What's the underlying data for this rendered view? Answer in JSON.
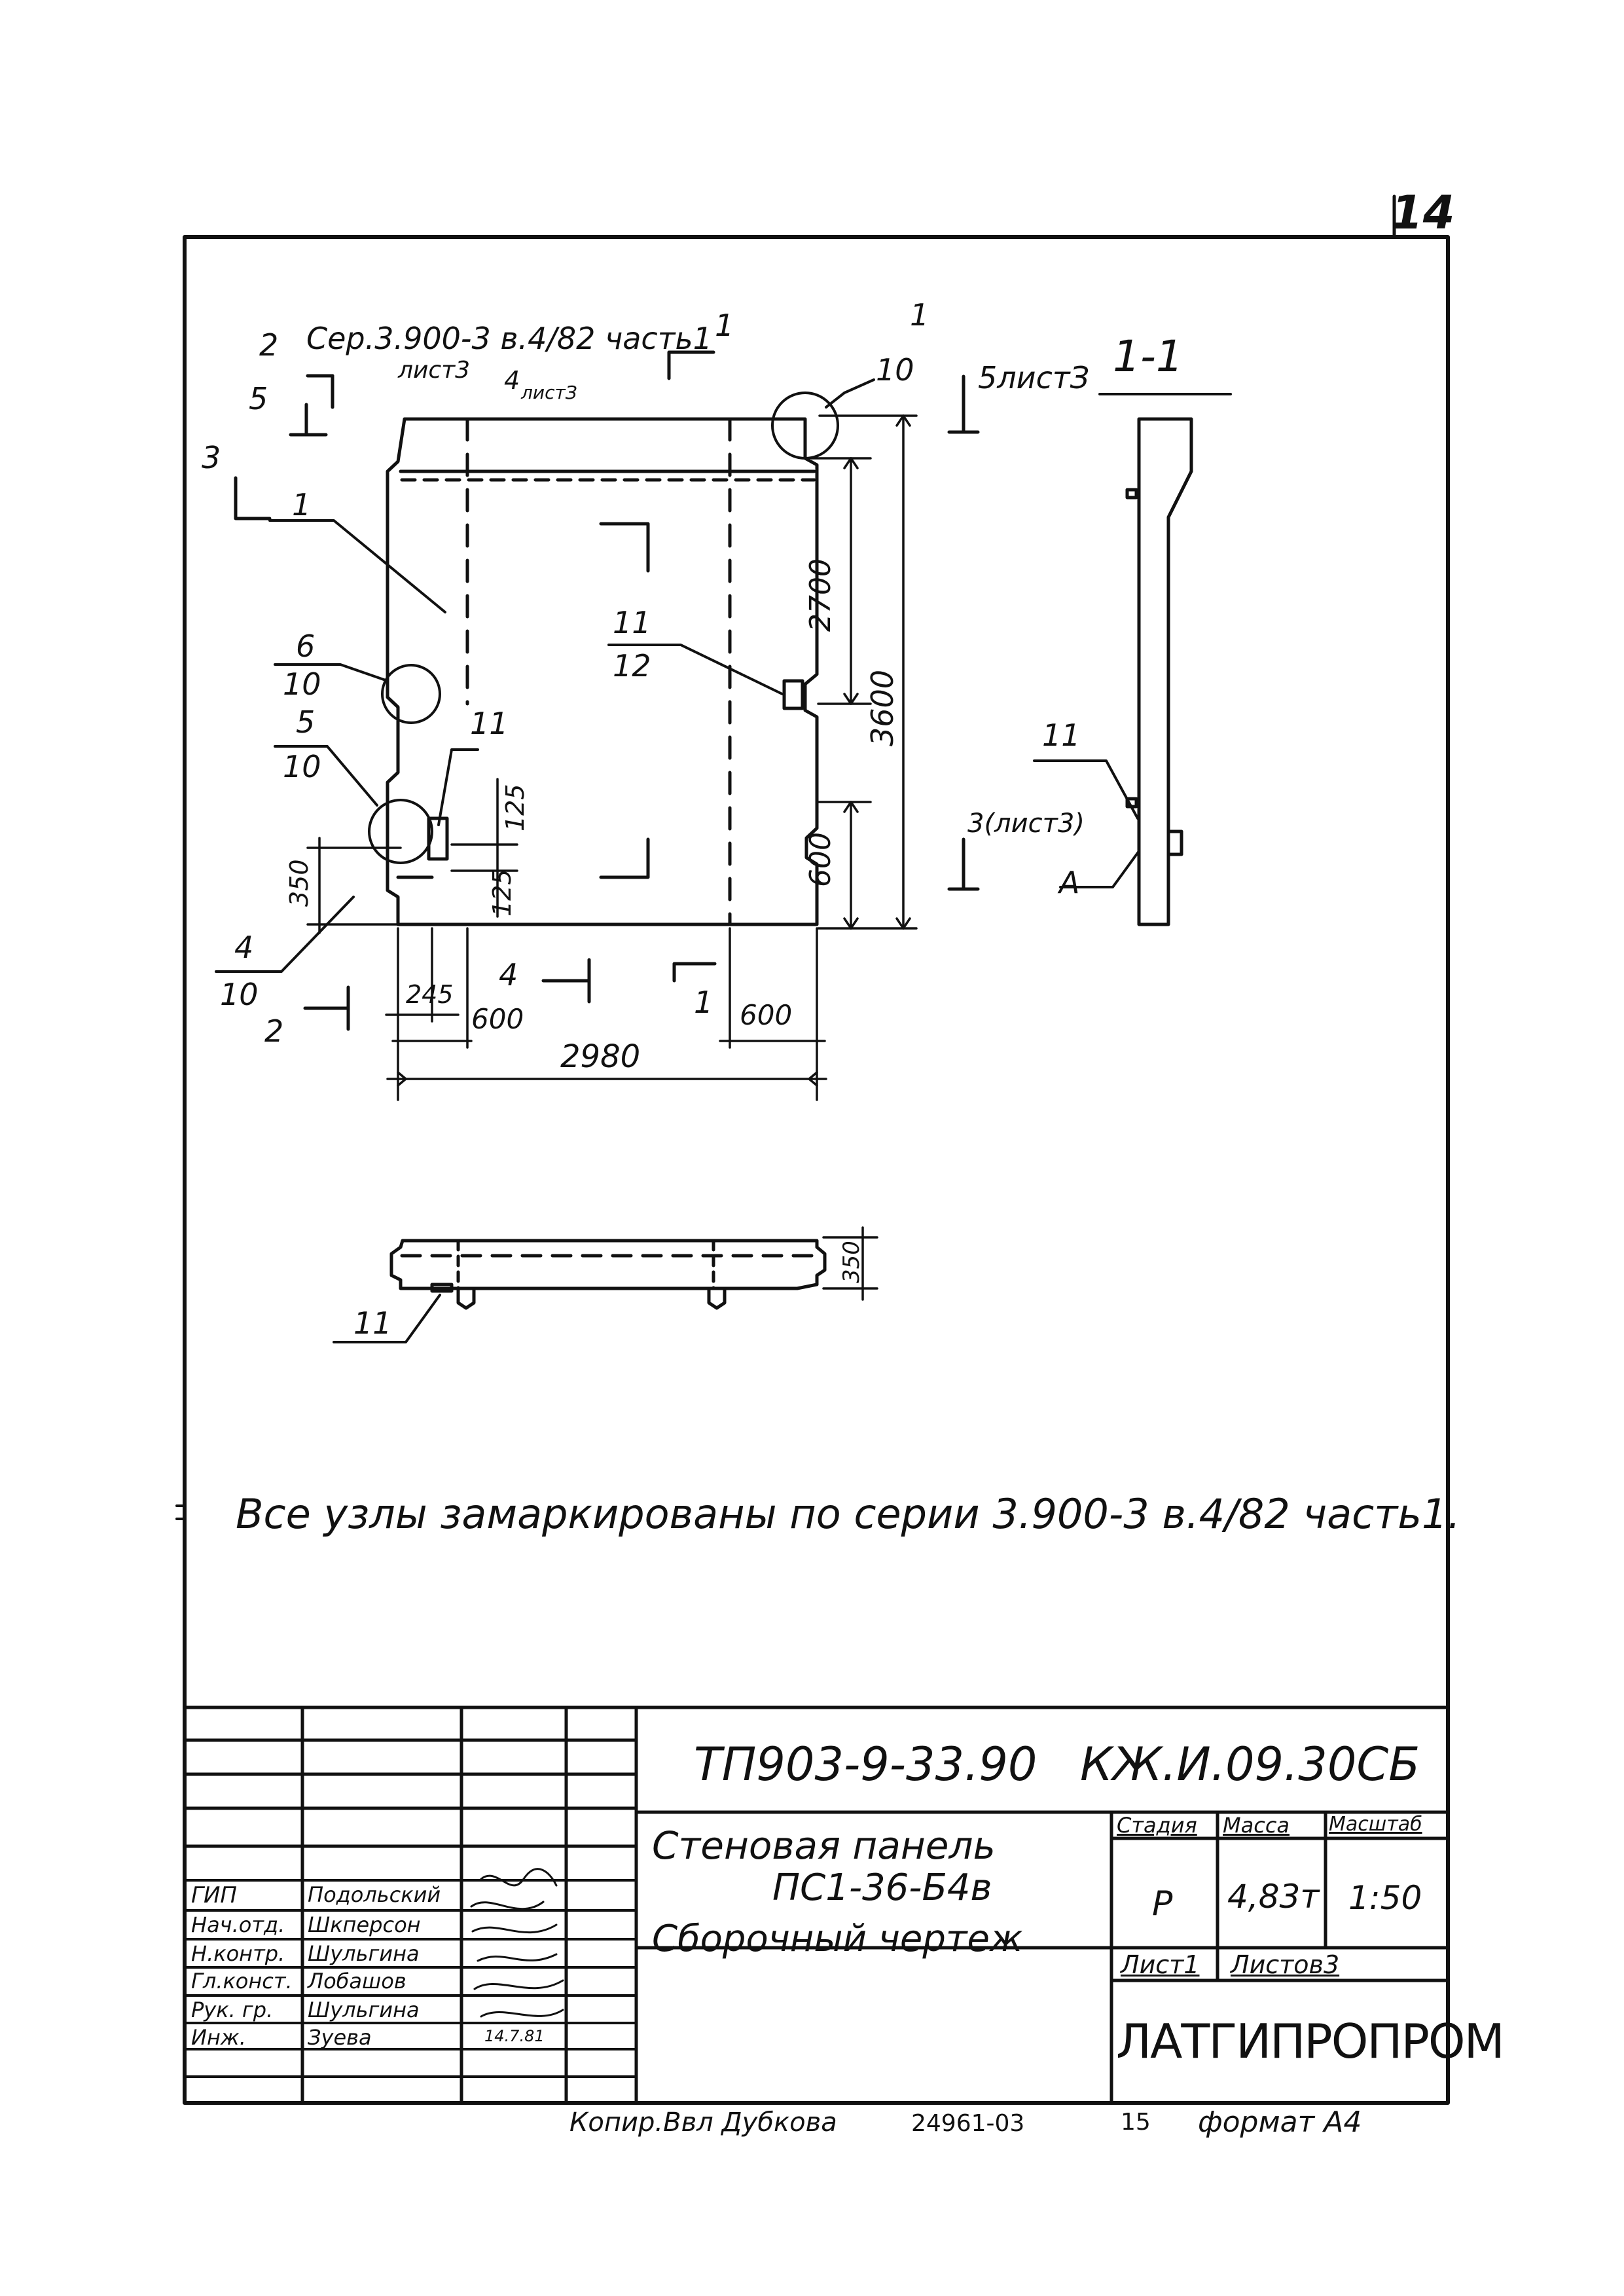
{
  "sheet_number": "14",
  "drawing": {
    "ref_series": "Сер.3.900-3 в.4/82 часть1",
    "ref_sheet": "лист3",
    "section_labels": {
      "cut_1": "1",
      "cut_2": "2",
      "cut_3": "3",
      "cut_4": "4",
      "cut_5": "5",
      "cut_4_sheet": "4",
      "cut_4_sheet_note": "листЗ",
      "cut_5_sheet": "5листЗ",
      "section_title": "1-1",
      "cut_3_sheet": "3(лист3)"
    },
    "callouts": [
      {
        "top": "1",
        "bottom": "10"
      },
      {
        "top": "6",
        "bottom": "10"
      },
      {
        "top": "5",
        "bottom": "10"
      },
      {
        "top": "4",
        "bottom": "10"
      },
      {
        "top": "11",
        "bottom": "12"
      }
    ],
    "positions": [
      "1",
      "11",
      "11",
      "11"
    ],
    "section_marks": {
      "a": "А"
    },
    "dimensions": {
      "d2980": "2980",
      "d3600": "3600",
      "d2700": "2700",
      "d600_right": "600",
      "d600_bottom_left": "600",
      "d600_bottom_right": "600",
      "d245": "245",
      "d125_top": "125",
      "d125_bottom": "125",
      "d350_left": "350",
      "d350_plan": "350"
    },
    "note": "Все узлы замаркированы по серии 3.900-3 в.4/82 часть1."
  },
  "title_block": {
    "doc_code": "ТП903-9-33.90",
    "doc_mark": "КЖ.И.09.30СБ",
    "title_line1": "Стеновая панель",
    "title_line2": "ПС1-36-Б4в",
    "title_line3": "Сборочный чертеж",
    "head_stage": "Стадия",
    "head_mass": "Масса",
    "head_scale": "Масштаб",
    "stage": "Р",
    "mass": "4,83т",
    "scale": "1:50",
    "sheet": "Лист1",
    "sheets": "Листов3",
    "organization": "ЛАТГИПРОПРОМ",
    "signatures": [
      {
        "role": "ГИП",
        "name": "Подольский"
      },
      {
        "role": "Нач.отд.",
        "name": "Шкперсон"
      },
      {
        "role": "Н.контр.",
        "name": "Шульгина"
      },
      {
        "role": "Гл.конст.",
        "name": "Лобашов"
      },
      {
        "role": "Рук. гр.",
        "name": "Шульгина"
      },
      {
        "role": "Инж.",
        "name": "Зуева"
      }
    ],
    "sign_date": "14.7.81"
  },
  "footer": {
    "copied": "Копир.Ввл Дубкова",
    "inv": "24961-03",
    "page": "15",
    "format": "формат А4"
  }
}
